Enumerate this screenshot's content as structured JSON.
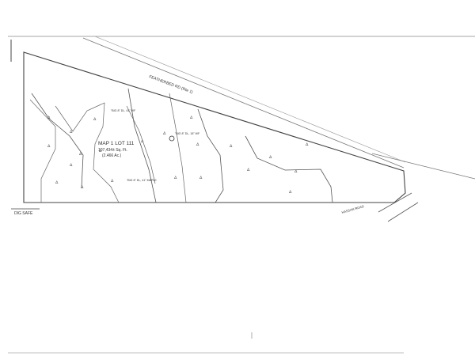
{
  "road": {
    "name": "FEATHERBED RD (Rte 1)"
  },
  "parcel": {
    "title": "MAP 1 LOT 111",
    "area": "107,434± Sq. Ft.",
    "acreage": "(2.466 Ac.)"
  },
  "trees": [
    "\"BIG 8\" DL, 41\" WF",
    "\"BIG 8\" DL, 18\" WF",
    "\"BIG 8\" DL, 41\" MAPLE"
  ],
  "ruled_road": {
    "name": "HASSAN ROAD"
  },
  "dig_safe": "DIG SAFE"
}
